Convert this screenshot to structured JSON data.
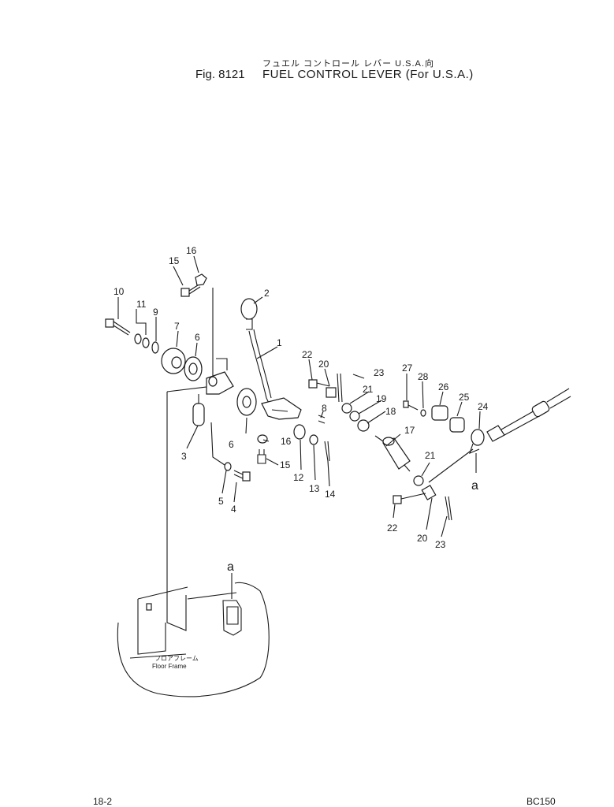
{
  "header": {
    "japanese_title": "フュエル コントロール レバー   U.S.A.向",
    "fig_number": "Fig. 8121",
    "title": "FUEL CONTROL LEVER (For U.S.A.)"
  },
  "callouts": [
    "1",
    "2",
    "3",
    "4",
    "5",
    "6",
    "6",
    "7",
    "8",
    "9",
    "10",
    "11",
    "12",
    "13",
    "14",
    "15",
    "15",
    "16",
    "16",
    "17",
    "18",
    "19",
    "20",
    "20",
    "21",
    "21",
    "22",
    "22",
    "23",
    "23",
    "24",
    "25",
    "26",
    "27",
    "28"
  ],
  "labels": {
    "c1": "1",
    "c2": "2",
    "c3": "3",
    "c4": "4",
    "c5": "5",
    "c6a": "6",
    "c6b": "6",
    "c7": "7",
    "c8": "8",
    "c9": "9",
    "c10": "10",
    "c11": "11",
    "c12": "12",
    "c13": "13",
    "c14": "14",
    "c15a": "15",
    "c15b": "15",
    "c16a": "16",
    "c16b": "16",
    "c17": "17",
    "c18": "18",
    "c19": "19",
    "c20a": "20",
    "c20b": "20",
    "c21a": "21",
    "c21b": "21",
    "c22a": "22",
    "c22b": "22",
    "c23a": "23",
    "c23b": "23",
    "c24": "24",
    "c25": "25",
    "c26": "26",
    "c27": "27",
    "c28": "28",
    "a1": "a",
    "a2": "a"
  },
  "floor_frame": {
    "japanese": "フロアフレーム",
    "english": "Floor Frame"
  },
  "footer": {
    "page": "18-2",
    "model": "BC150"
  }
}
